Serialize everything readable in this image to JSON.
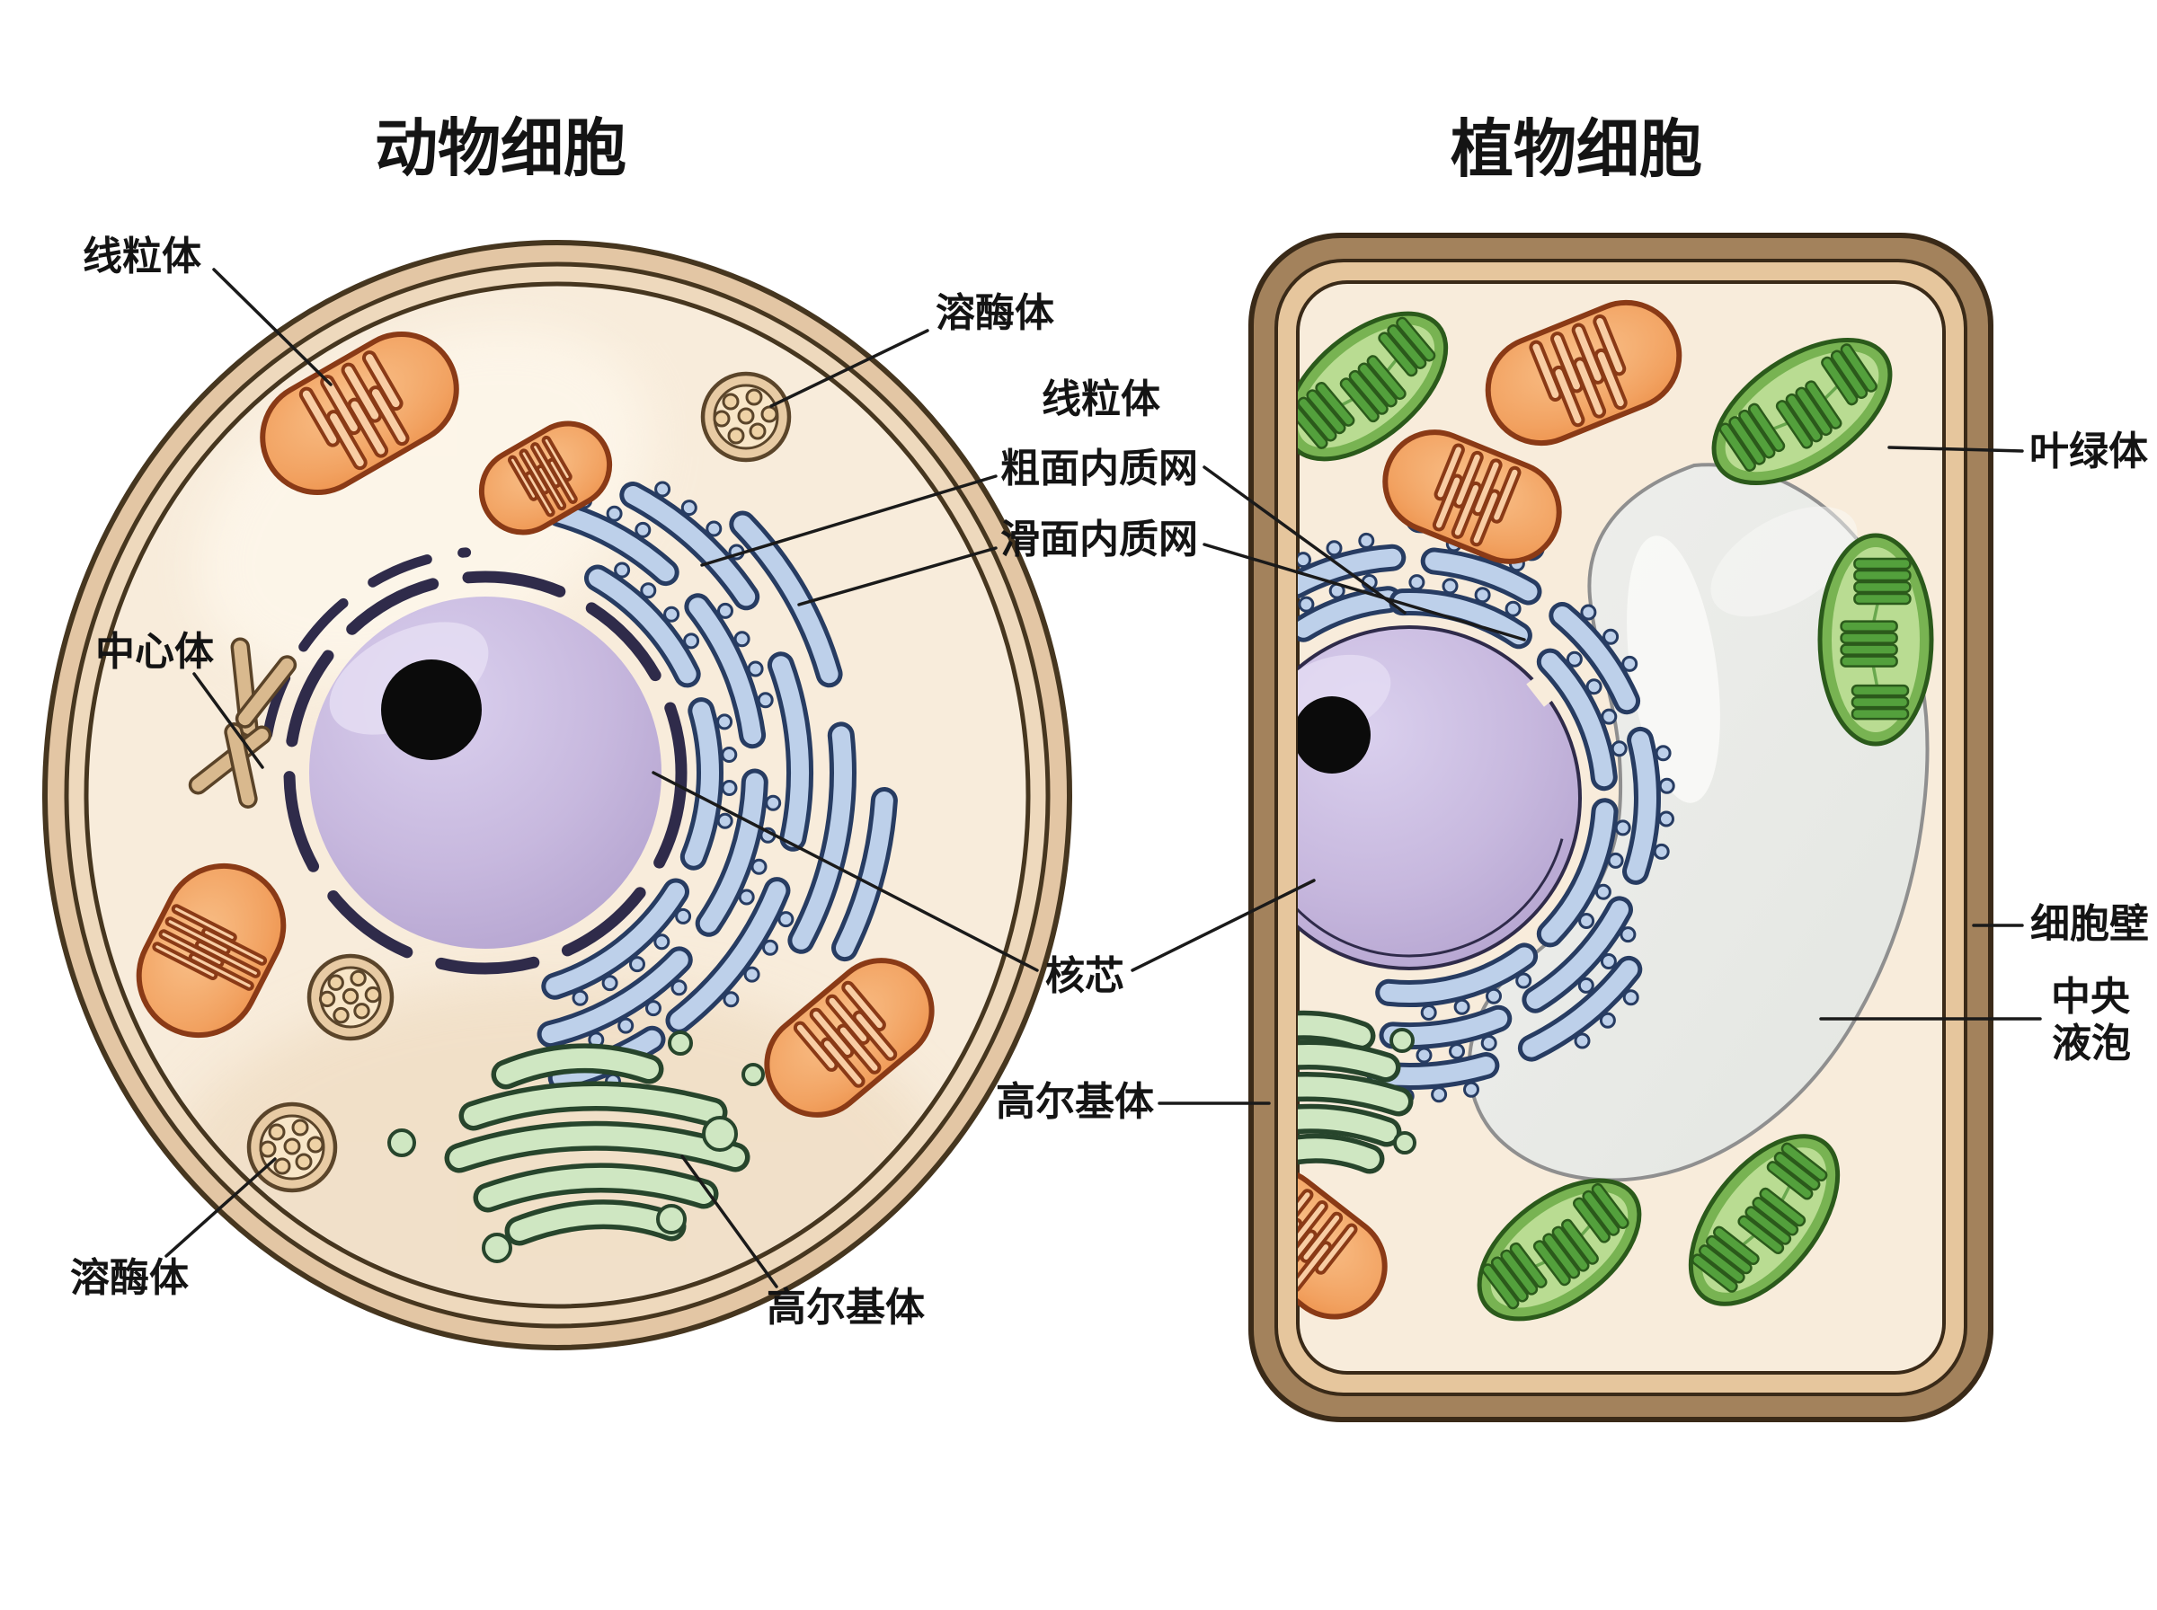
{
  "titles": {
    "animal": "动物细胞",
    "plant": "植物细胞"
  },
  "animal_labels": {
    "mitochondrion": "线粒体",
    "lysosome_top": "溶酶体",
    "centrosome": "中心体",
    "lysosome_bottom": "溶酶体",
    "golgi": "高尔基体"
  },
  "shared_labels": {
    "mitochondrion": "线粒体",
    "rough_er": "粗面内质网",
    "smooth_er": "滑面内质网",
    "nucleolus": "核芯"
  },
  "plant_labels": {
    "golgi": "高尔基体",
    "chloroplast": "叶绿体",
    "cell_wall": "细胞壁",
    "central_vacuole_line1": "中央",
    "central_vacuole_line2": "液泡"
  },
  "colors": {
    "background": "#ffffff",
    "label_text": "#141414",
    "leader_line": "#1a1a1a",
    "animal_membrane_fill": "#e3c6a4",
    "animal_membrane_mid": "#eed9bd",
    "animal_outline": "#46361f",
    "cytoplasm": "#f8ecdb",
    "cytoplasm_shade": "#ecd7ba",
    "mito_fill": "#f2a564",
    "mito_fill_light": "#f8cda4",
    "mito_outline": "#8a3a16",
    "lysosome_ring": "#e8cba4",
    "lysosome_fill": "#f8e6c8",
    "lysosome_dot": "#eed2a6",
    "lysosome_outline": "#5b452a",
    "nucleus_fill": "#c6b8dc",
    "nucleus_highlight": "#e6def4",
    "nucleus_envelope": "#2f2b4a",
    "nucleolus": "#0b0b0b",
    "er_fill": "#bdd0ea",
    "er_outline": "#273c62",
    "golgi_fill": "#cfe7c2",
    "golgi_outline": "#27452c",
    "centriole_fill": "#d9b98e",
    "centriole_outline": "#5a4328",
    "wall_outer": "#a3825c",
    "wall_inner_band": "#e6c69d",
    "wall_outline": "#3a2a18",
    "chloro_outer": "#78b352",
    "chloro_inner": "#b9dc92",
    "chloro_stack": "#53a03c",
    "chloro_outline": "#2b5a1b",
    "vacuole_fill": "#eaebe8",
    "vacuole_outline": "#8f8f8f",
    "vacuole_highlight": "#fafaf8"
  }
}
